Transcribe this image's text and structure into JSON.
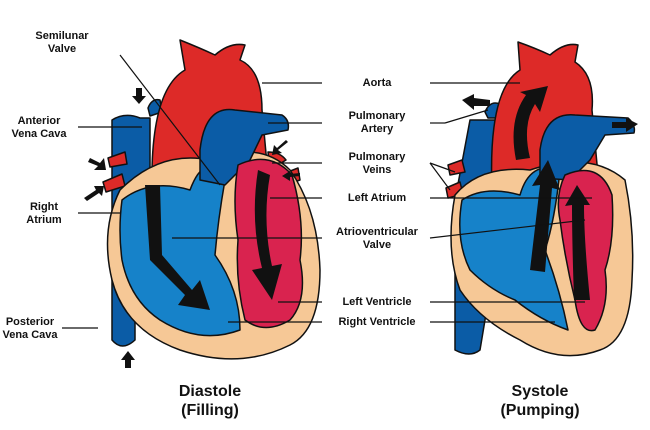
{
  "colors": {
    "oxygenated": "#dd2a28",
    "deoxygenated_dark": "#0b5ca6",
    "deoxygenated_light": "#1682c9",
    "ventricle_oxygenated": "#d9234f",
    "myocardium": "#f6c896",
    "outline": "#111111"
  },
  "left_labels": {
    "semilunar_valve": [
      "Semilunar",
      "Valve"
    ],
    "anterior_vena_cava": [
      "Anterior",
      "Vena Cava"
    ],
    "right_atrium": [
      "Right",
      "Atrium"
    ],
    "posterior_vena_cava": [
      "Posterior",
      "Vena Cava"
    ]
  },
  "center_labels": {
    "aorta": [
      "Aorta"
    ],
    "pulmonary_artery": [
      "Pulmonary",
      "Artery"
    ],
    "pulmonary_veins": [
      "Pulmonary",
      "Veins"
    ],
    "left_atrium": [
      "Left Atrium"
    ],
    "atrioventricular_valve": [
      "Atrioventricular",
      "Valve"
    ],
    "left_ventricle": [
      "Left Ventricle"
    ],
    "right_ventricle": [
      "Right Ventricle"
    ]
  },
  "diagrams": [
    {
      "title": "Diastole",
      "subtitle": "(Filling)"
    },
    {
      "title": "Systole",
      "subtitle": "(Pumping)"
    }
  ]
}
